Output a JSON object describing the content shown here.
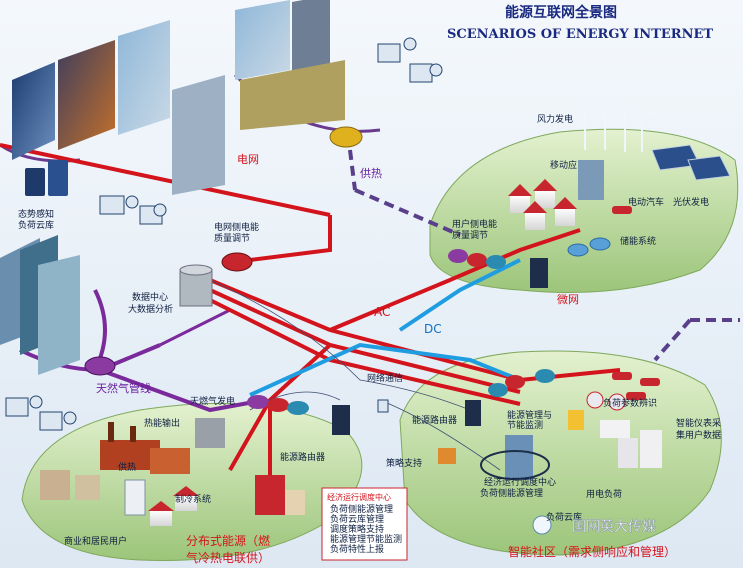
{
  "title": {
    "cn": "能源互联网全景图",
    "en": "SCENARIOS OF ENERGY INTERNET"
  },
  "labels": {
    "power_grid": "电网",
    "heating": "供热",
    "situation_cloud": "态势感知",
    "load_cloud": "负荷云库",
    "grid_quality_1": "电网侧电能",
    "grid_quality_2": "质量调节",
    "datacenter_1": "数据中心",
    "datacenter_2": "大数据分析",
    "ac": "AC",
    "dc": "DC",
    "gas_pipeline": "天然气管线",
    "net_comm": "网络通信",
    "wind": "风力发电",
    "mobile": "移动应",
    "ev": "电动汽车",
    "pv": "光伏发电",
    "user_quality_1": "用户侧电能",
    "user_quality_2": "质量调节",
    "storage": "储能系统",
    "microgrid": "微网",
    "gas_gen": "天燃气发电",
    "heat_output": "热能输出",
    "heat_supply": "供热",
    "energy_router_left": "能源路由器",
    "cooling": "制冷系统",
    "commercial": "商业和居民用户",
    "distributed_1": "分布式能源（燃",
    "distributed_2": "气冷热电联供）",
    "energy_router_right": "能源路由器",
    "mgmt_1": "能源管理与",
    "mgmt_2": "节能监测",
    "load_param": "负荷参数辨识",
    "smart_meter_1": "智能仪表采",
    "smart_meter_2": "集用户数据",
    "strategy": "策略支持",
    "center_1": "经济运行调度中心",
    "center_2": "负荷侧能源管理",
    "consumer_load": "用电负荷",
    "load_cloud2": "负荷云库",
    "smart_community": "智能社区（需求侧响应和管理）",
    "watermark": "国网英大传媒"
  },
  "dispatch_box": {
    "title": "经济运行调度中心",
    "items": [
      "负荷侧能源管理",
      "负荷云库管理",
      "调度策略支持",
      "能源管理节能监测",
      "负荷特性上报"
    ]
  },
  "colors": {
    "grid_red": "#d4141c",
    "dc_blue": "#1f9de0",
    "gas_purple": "#7a2a9a",
    "heat_dash": "#5a3f8a",
    "island": "#cfe7b8"
  }
}
